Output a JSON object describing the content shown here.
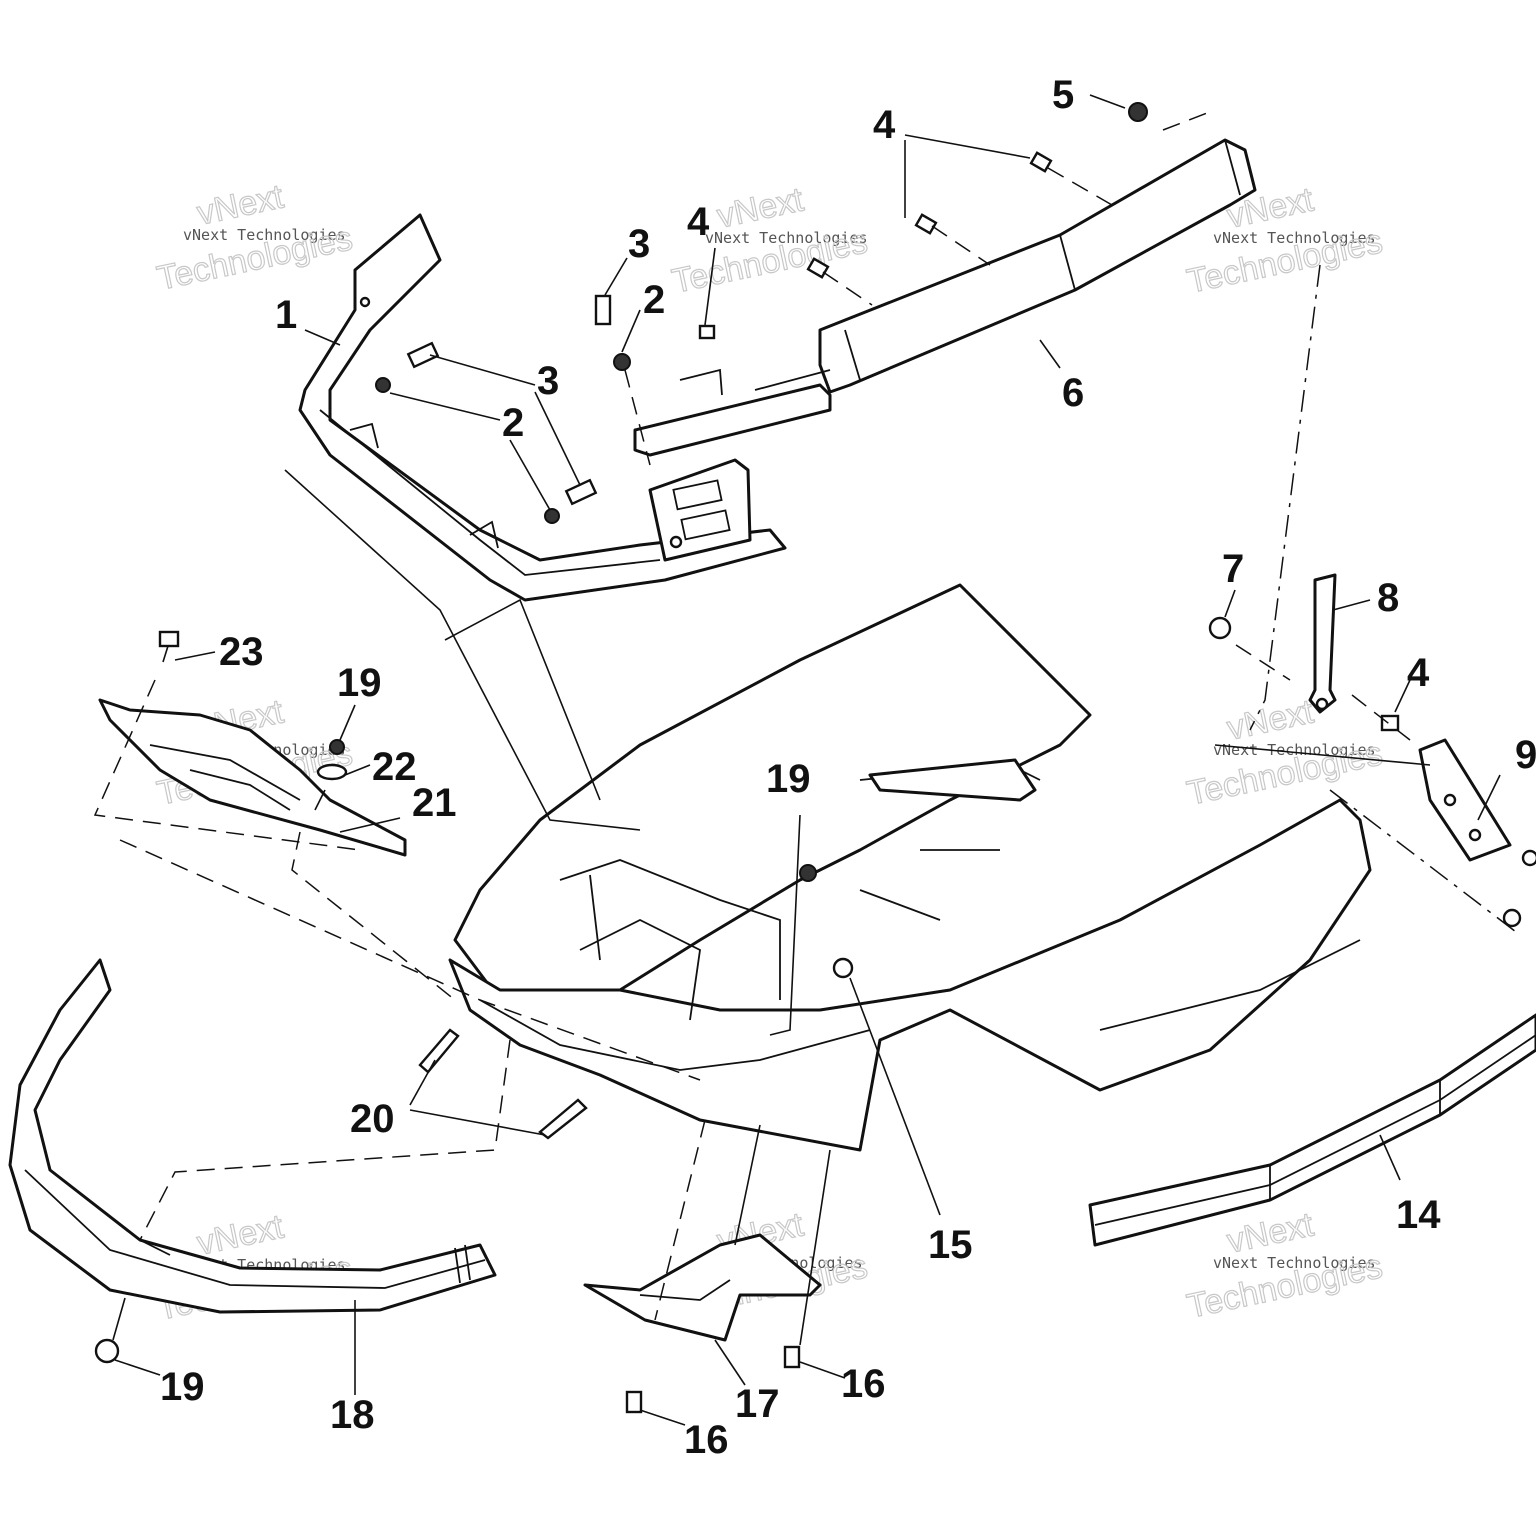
{
  "watermark": {
    "line1": "vNext",
    "line2": "vNext Technologies",
    "line3": "Technologies"
  },
  "callouts": {
    "c1": "1",
    "c2a": "2",
    "c2b": "2",
    "c3a": "3",
    "c3b": "3",
    "c4a": "4",
    "c4b": "4",
    "c4c": "4",
    "c5": "5",
    "c6": "6",
    "c7": "7",
    "c8": "8",
    "c9": "9",
    "c14": "14",
    "c15": "15",
    "c16a": "16",
    "c16b": "16",
    "c17": "17",
    "c18": "18",
    "c19a": "19",
    "c19b": "19",
    "c19c": "19",
    "c20": "20",
    "c21": "21",
    "c22": "22",
    "c23": "23"
  }
}
